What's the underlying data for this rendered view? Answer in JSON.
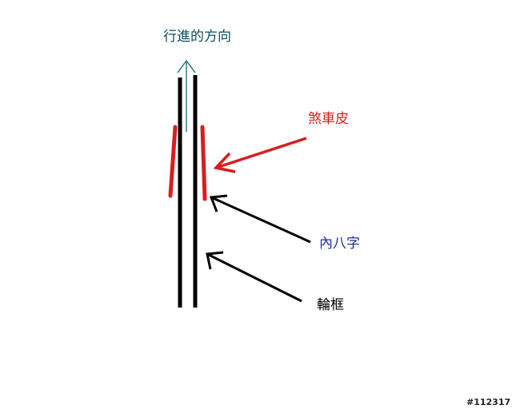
{
  "labels": {
    "direction": "行進的方向",
    "brake_pad": "煞車皮",
    "toe_in": "內八字",
    "rim": "輪框"
  },
  "watermark": "#112317",
  "colors": {
    "direction_text": "#0f4c5c",
    "direction_arrow": "#2e7d8f",
    "brake_pad": "#d81e1e",
    "toe_in_text": "#1c2f9a",
    "rim": "#000000",
    "background": "#ffffff"
  }
}
